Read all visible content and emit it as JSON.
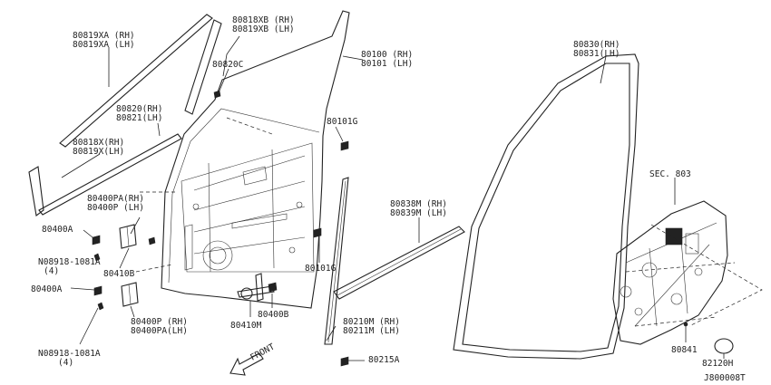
{
  "labels": {
    "a1": "80819XA (RH)",
    "a2": "80819XA (LH)",
    "b1": "80818XB (RH)",
    "b2": "80819XB (LH)",
    "c": "80820C",
    "d1": "80100 (RH)",
    "d2": "80101 (LH)",
    "e1": "80830(RH)",
    "e2": "80831(LH)",
    "f1": "80820(RH)",
    "f2": "80821(LH)",
    "g": "80101G",
    "h1": "80818X(RH)",
    "h2": "80819X(LH)",
    "sec": "SEC. 803",
    "i1": "80400PA(RH)",
    "i2": "80400P  (LH)",
    "j1": "80838M (RH)",
    "j2": "80839M (LH)",
    "k": "80400A",
    "l1": "N08918-1081A",
    "l2": "(4)",
    "g2": "80101G",
    "m": "80410B",
    "n": "80400A",
    "o": "80400B",
    "p1": "80210M (RH)",
    "p2": "80211M (LH)",
    "q": "80410M",
    "r1": "80400P  (RH)",
    "r2": "80400PA(LH)",
    "s1": "N08918-1081A",
    "s2": "(4)",
    "t": "80841",
    "front": "FRONT",
    "u": "80215A",
    "v": "82120H",
    "code": "J800008T"
  }
}
